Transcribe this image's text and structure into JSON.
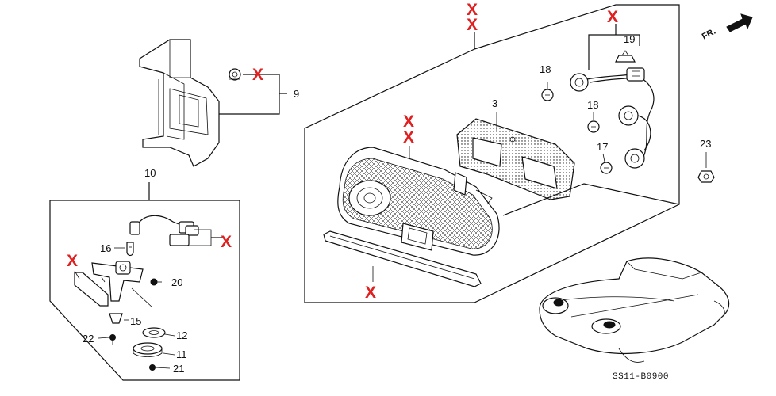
{
  "diagram": {
    "code": "SS11-B0900",
    "front_label": "FR.",
    "parts": {
      "p3": "3",
      "p9": "9",
      "p10": "10",
      "p11": "11",
      "p12": "12",
      "p15": "15",
      "p16": "16",
      "p17": "17",
      "p18a": "18",
      "p18b": "18",
      "p19": "19",
      "p20": "20",
      "p21": "21",
      "p22": "22",
      "p23": "23"
    },
    "removed_mark": "X"
  }
}
